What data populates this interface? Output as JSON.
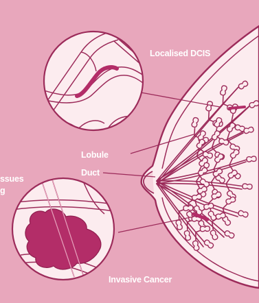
{
  "colors": {
    "background": "#e8a7bc",
    "line": "#9c2b5a",
    "tissue": "#fcecef",
    "tumor": "#b32d68",
    "label_text": "#ffffff"
  },
  "labels": {
    "localised_dcis": "Localised DCIS",
    "lobule": "Lobule",
    "duct": "Duct",
    "tissues_fragment": "ssues",
    "g_fragment": "g",
    "invasive_cancer": "Invasive Cancer"
  }
}
